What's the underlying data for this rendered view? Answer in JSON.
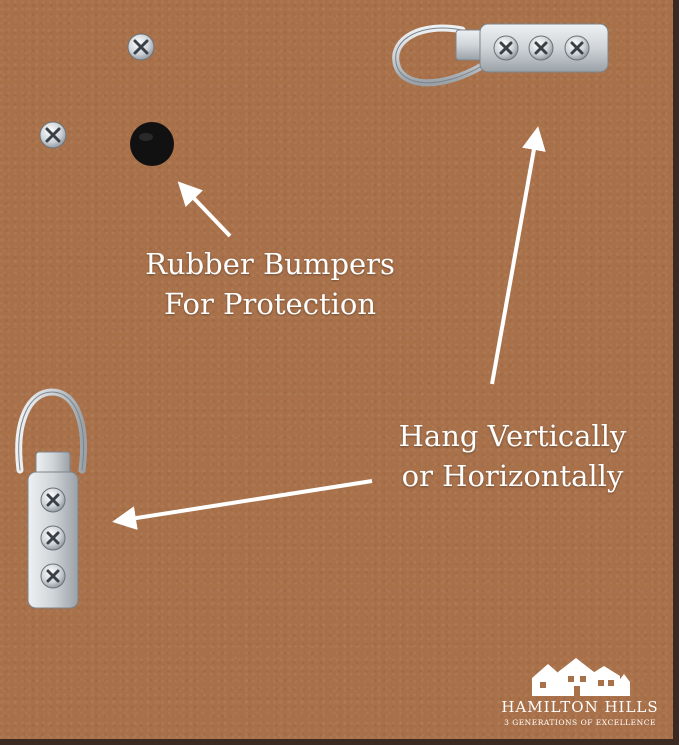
{
  "annotations": {
    "bumper_line1": "Rubber Bumpers",
    "bumper_line2": "For Protection",
    "hang_line1": "Hang Vertically",
    "hang_line2": "or Horizontally"
  },
  "brand": {
    "name": "HAMILTON HILLS",
    "tagline": "3 GENERATIONS OF EXCELLENCE"
  },
  "colors": {
    "board": "#a9714a",
    "metal": "#cfd4d8",
    "bumper": "#111111",
    "text": "#ffffff"
  },
  "icons": [
    "screw-icon",
    "rubber-bumper-icon",
    "d-ring-hanger-icon",
    "arrow-icon",
    "house-logo-icon"
  ]
}
